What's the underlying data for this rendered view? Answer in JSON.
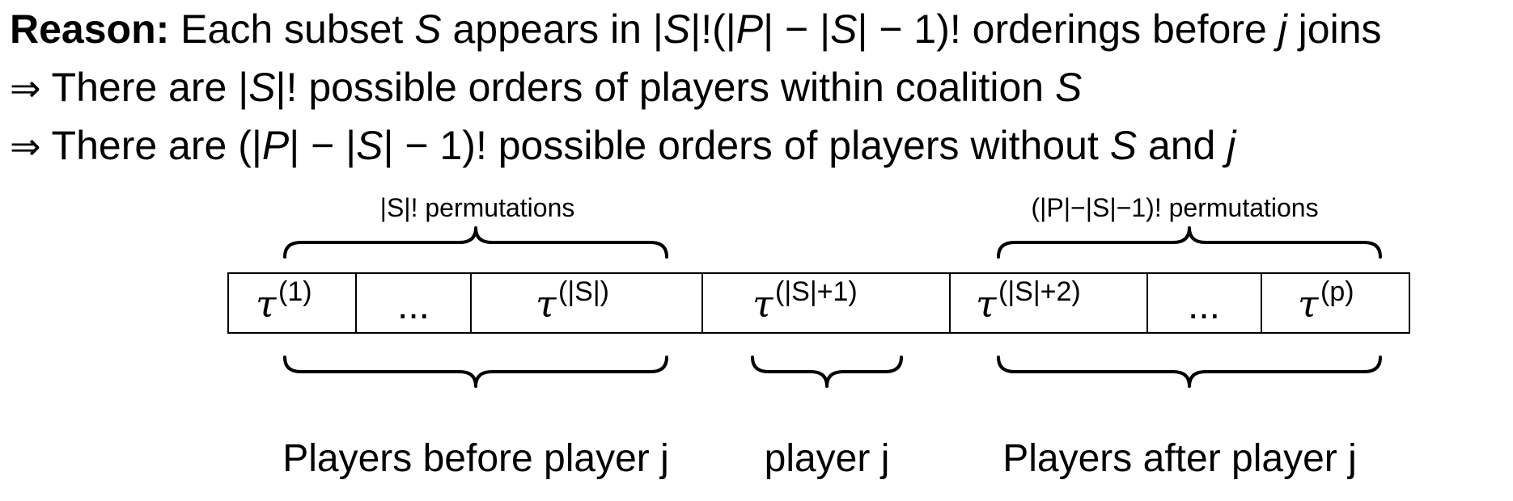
{
  "reason": {
    "label": "Reason:",
    "text_a": " Each subset ",
    "S": "S",
    "text_b": " appears in |",
    "text_c": "|!(|",
    "P": "P",
    "text_d": "| − |",
    "text_e": "| − 1)! orderings before ",
    "j": "j",
    "text_f": " joins"
  },
  "point1": {
    "arrow": "⇒",
    "text_a": " There are |",
    "S": "S",
    "text_b": "|! possible orders of players within coalition ",
    "S2": "S"
  },
  "point2": {
    "arrow": "⇒",
    "text_a": " There are (|",
    "P": "P",
    "text_b": "| − |",
    "S": "S",
    "text_c": "| − 1)! possible orders of players without ",
    "S2": "S",
    "text_d": " and ",
    "j": "j"
  },
  "diagram": {
    "top_label_left": "|S|! permutations",
    "top_label_right": "(|P|−|S|−1)! permutations",
    "tau": "τ",
    "cells": [
      {
        "sup": "(1)"
      },
      {
        "dots": "..."
      },
      {
        "sup": "(|S|)"
      },
      {
        "sup": "(|S|+1)"
      },
      {
        "sup": "(|S|+2)"
      },
      {
        "dots": "..."
      },
      {
        "sup": "(p)"
      }
    ],
    "bottom_labels": {
      "before": "Players before player j",
      "player": "player j",
      "after": "Players after player j"
    }
  }
}
